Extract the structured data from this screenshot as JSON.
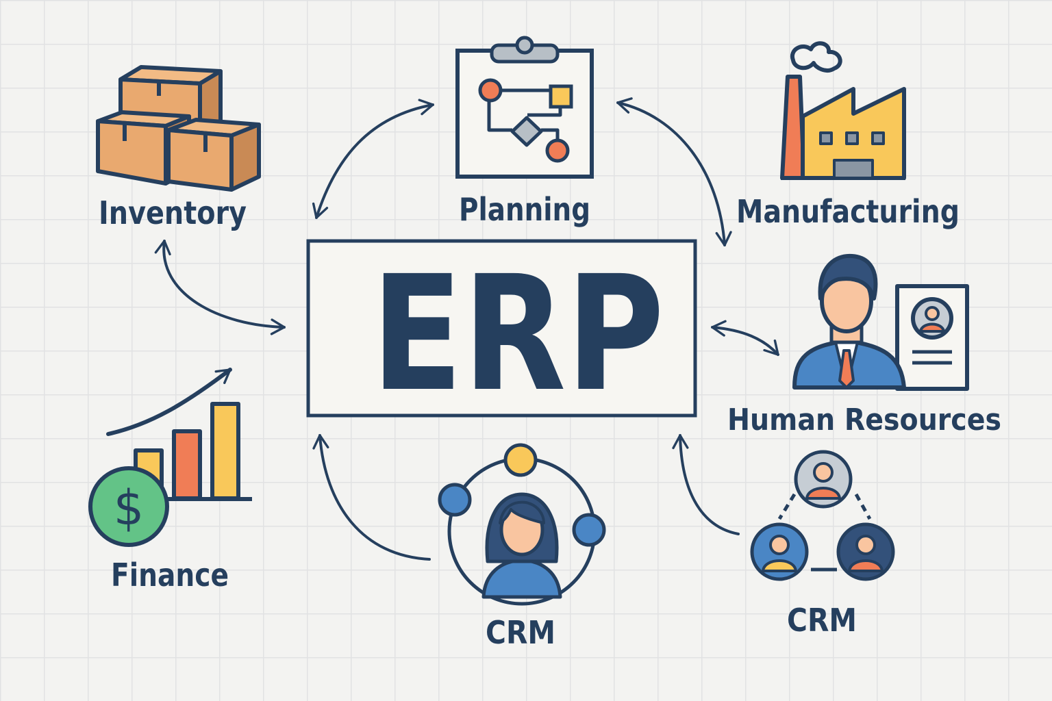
{
  "center": {
    "label": "ERP"
  },
  "modules": {
    "inventory": {
      "label": "Inventory",
      "icon": "boxes-icon"
    },
    "planning": {
      "label": "Planning",
      "icon": "clipboard-flowchart-icon"
    },
    "manufacturing": {
      "label": "Manufacturing",
      "icon": "factory-icon"
    },
    "hr": {
      "label": "Human Resources",
      "icon": "employee-id-card-icon"
    },
    "finance": {
      "label": "Finance",
      "icon": "growth-chart-dollar-icon"
    },
    "crm_center": {
      "label": "CRM",
      "icon": "customer-orbit-icon"
    },
    "crm_right": {
      "label": "CRM",
      "icon": "people-network-icon"
    }
  },
  "colors": {
    "navy": "#253f5e",
    "box_tan": "#e9a96f",
    "box_shade": "#c98a55",
    "orange": "#f07d56",
    "yellow": "#f9c85a",
    "blue": "#4a86c5",
    "green": "#63c387",
    "skin": "#f9c5a0",
    "paper": "#f7f6f2"
  }
}
